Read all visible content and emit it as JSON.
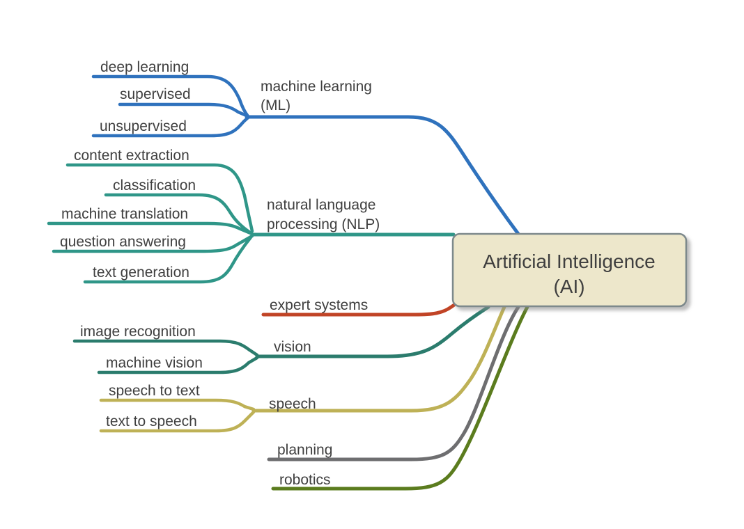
{
  "canvas": {
    "background": "#ffffff"
  },
  "text_color": "#3f3f3f",
  "root": {
    "title": "Artificial Intelligence",
    "subtitle": "(AI)",
    "fill": "#ede7cb",
    "border": "#7d898c"
  },
  "branches": [
    {
      "name": "machine-learning",
      "label": "machine learning",
      "label2": "(ML)",
      "color": "#2f72bd",
      "children": [
        "deep learning",
        "supervised",
        "unsupervised"
      ]
    },
    {
      "name": "nlp",
      "label": "natural language",
      "label2": "processing (NLP)",
      "color": "#2f9688",
      "children": [
        "content extraction",
        "classification",
        "machine translation",
        "question answering",
        "text generation"
      ]
    },
    {
      "name": "expert-systems",
      "label": "expert systems",
      "color": "#c14426",
      "children": []
    },
    {
      "name": "vision",
      "label": "vision",
      "color": "#2b7c6d",
      "children": [
        "image recognition",
        "machine vision"
      ]
    },
    {
      "name": "speech",
      "label": "speech",
      "color": "#beb156",
      "children": [
        "speech to text",
        "text to speech"
      ]
    },
    {
      "name": "planning",
      "label": "planning",
      "color": "#6e6e70",
      "children": []
    },
    {
      "name": "robotics",
      "label": "robotics",
      "color": "#5b7c1e",
      "children": []
    }
  ]
}
